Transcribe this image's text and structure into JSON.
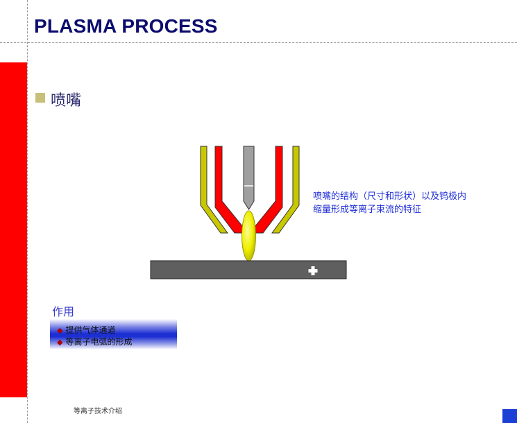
{
  "slide": {
    "title": "PLASMA PROCESS",
    "heading": "喷嘴",
    "annotation_lines": [
      "喷嘴的结构（尺寸和形状）以及钨极内",
      "缩量形成等离子束流的特征"
    ],
    "role_label": "作用",
    "role_items": [
      "提供气体通道",
      "等离子电弧的形成"
    ],
    "footer": "等离子技术介绍"
  },
  "colors": {
    "accent_red": "#ff0000",
    "title_navy": "#0c0c6e",
    "nozzle_outer": "#c8c800",
    "nozzle_inner": "#ff0000",
    "electrode": "#a0a0a0",
    "arc": "#f0f000",
    "workpiece": "#5f5f5f",
    "band_blue": "#1c2fd2"
  },
  "icons": {
    "bullet": "square-bullet-icon",
    "list_marker": "diamond-bullet-icon",
    "workpiece_sign": "plus-icon"
  }
}
